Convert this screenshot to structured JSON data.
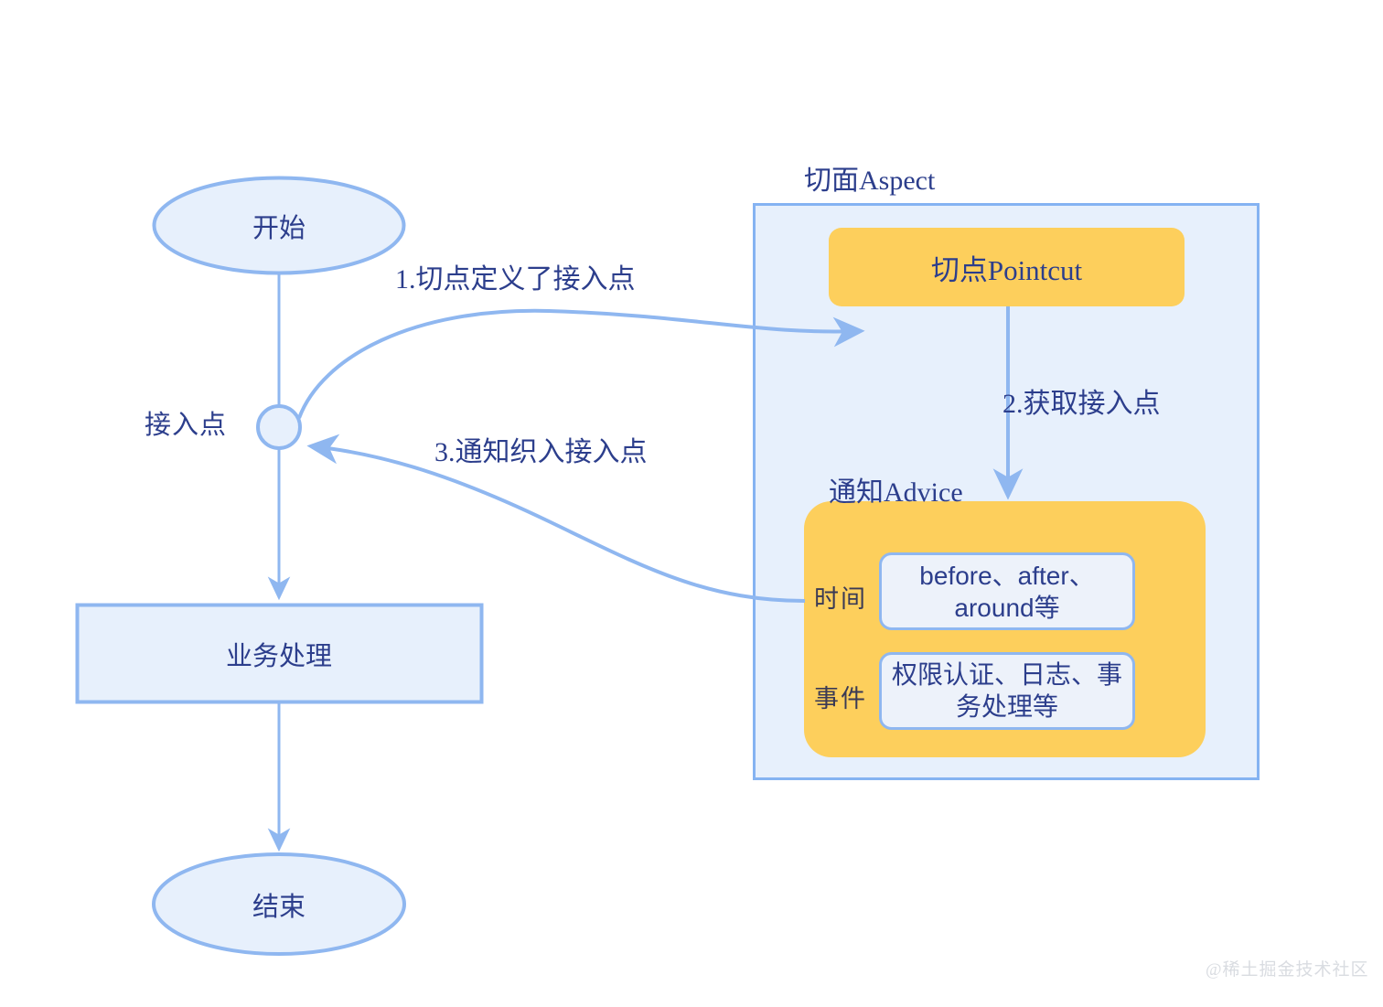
{
  "diagram": {
    "title_watermark": "@稀土掘金技术社区",
    "colors": {
      "line": "#8FB7F0",
      "node_fill": "#E7F0FC",
      "node_stroke": "#8FB7F0",
      "aspect_fill": "#E7F0FC",
      "aspect_stroke": "#85B3F2",
      "accent_orange": "#FDCF5C",
      "text": "#2C3E8C",
      "inner_box_fill": "#EDF2FA",
      "watermark": "#D9DCE1"
    }
  },
  "flow": {
    "start": {
      "label": "开始"
    },
    "joinpoint": {
      "label": "接入点"
    },
    "process": {
      "label": "业务处理"
    },
    "end": {
      "label": "结束"
    }
  },
  "aspect": {
    "title": "切面Aspect",
    "pointcut": {
      "label": "切点Pointcut"
    },
    "advice": {
      "title": "通知Advice",
      "rows": [
        {
          "label": "时间",
          "value": "before、after、around等"
        },
        {
          "label": "事件",
          "value": "权限认证、日志、事务处理等"
        }
      ]
    }
  },
  "steps": [
    {
      "id": 1,
      "label": "1.切点定义了接入点"
    },
    {
      "id": 2,
      "label": "2.获取接入点"
    },
    {
      "id": 3,
      "label": "3.通知织入接入点"
    }
  ]
}
